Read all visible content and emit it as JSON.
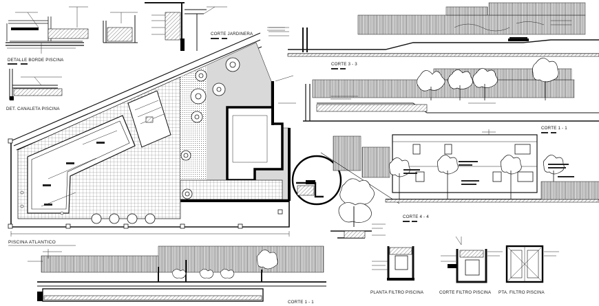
{
  "sheet": {
    "title_labels": {
      "detalle_borde": "DETALLE BORDE PISCINA",
      "canaleta": "DET. CANALETA PISCINA",
      "corte_jardinera": "CORTE JARDINERA",
      "corte_3_3": "CORTE 3 - 3",
      "corte_1_1_top": "CORTE 1 - 1",
      "corte_4_4": "CORTE 4 - 4",
      "piscina_plan": "PISCINA ATLANTICO",
      "corte_1_1_bottom": "CORTE 1 - 1",
      "planta_filtro": "PLANTA FILTRO PISCINA",
      "corte_filtro": "CORTE FILTRO PISCINA",
      "pta_filtro": "PTA. FILTRO PISCINA"
    },
    "colors": {
      "line": "#111111",
      "fill_gray": "#d9d9d9",
      "background": "#ffffff"
    }
  }
}
